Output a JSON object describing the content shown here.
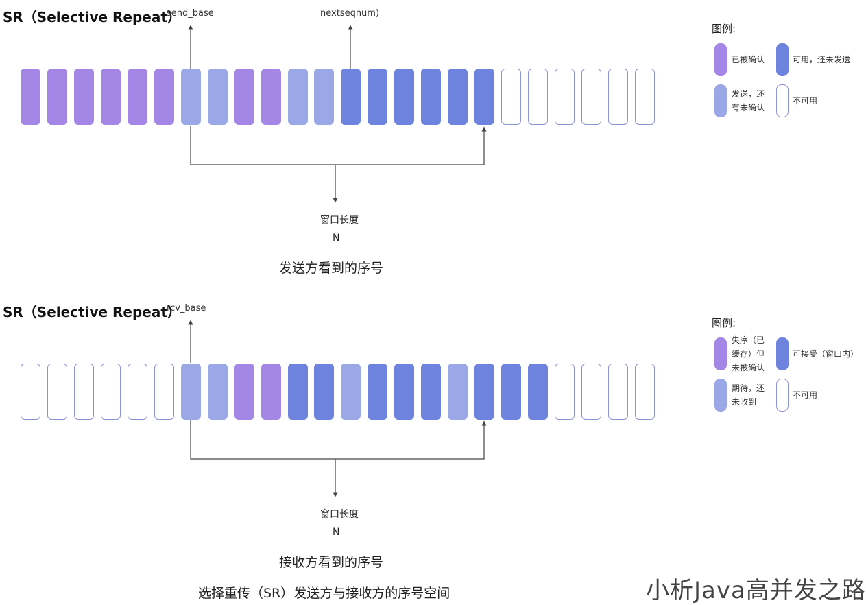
{
  "colors": {
    "acked": "#a386e6",
    "sent_unacked": "#9aa8e8",
    "usable": "#6e83dd",
    "unusable_border": "#8e93d6",
    "arrow": "#444444"
  },
  "sender": {
    "title": "SR（Selective Repeat）",
    "send_base_label": "send_base",
    "nextseqnum_label": "nextseqnum)",
    "window_label": "窗口长度",
    "window_n": "N",
    "caption": "发送方看到的序号",
    "cells": [
      "acked",
      "acked",
      "acked",
      "acked",
      "acked",
      "acked",
      "sent_unacked",
      "sent_unacked",
      "acked",
      "acked",
      "sent_unacked",
      "sent_unacked",
      "usable",
      "usable",
      "usable",
      "usable",
      "usable",
      "usable",
      "unusable",
      "unusable",
      "unusable",
      "unusable",
      "unusable",
      "unusable"
    ],
    "legend": {
      "title": "图例:",
      "items": [
        {
          "type": "acked",
          "text": "已被确认"
        },
        {
          "type": "usable",
          "text": "可用，还未发送"
        },
        {
          "type": "sent_unacked",
          "text": "发送，还\n有未确认"
        },
        {
          "type": "unusable",
          "text": "不可用"
        }
      ]
    }
  },
  "receiver": {
    "title": "SR（Selective Repeat）",
    "rcv_base_label": "rcv_base",
    "window_label": "窗口长度",
    "window_n": "N",
    "caption": "接收方看到的序号",
    "cells": [
      "unusable",
      "unusable",
      "unusable",
      "unusable",
      "unusable",
      "unusable",
      "sent_unacked",
      "sent_unacked",
      "acked",
      "acked",
      "usable",
      "usable",
      "sent_unacked",
      "usable",
      "usable",
      "usable",
      "sent_unacked",
      "usable",
      "usable",
      "usable",
      "unusable",
      "unusable",
      "unusable",
      "unusable"
    ],
    "legend": {
      "title": "图例:",
      "items": [
        {
          "type": "acked",
          "text": "失序（已\n缓存）但\n未被确认"
        },
        {
          "type": "usable",
          "text": "可接受（窗口内）"
        },
        {
          "type": "sent_unacked",
          "text": "期待，还\n未收到"
        },
        {
          "type": "unusable",
          "text": "不可用"
        }
      ]
    }
  },
  "figure_caption": "选择重传（SR）发送方与接收方的序号空间",
  "watermark": "小析Java高并发之路"
}
